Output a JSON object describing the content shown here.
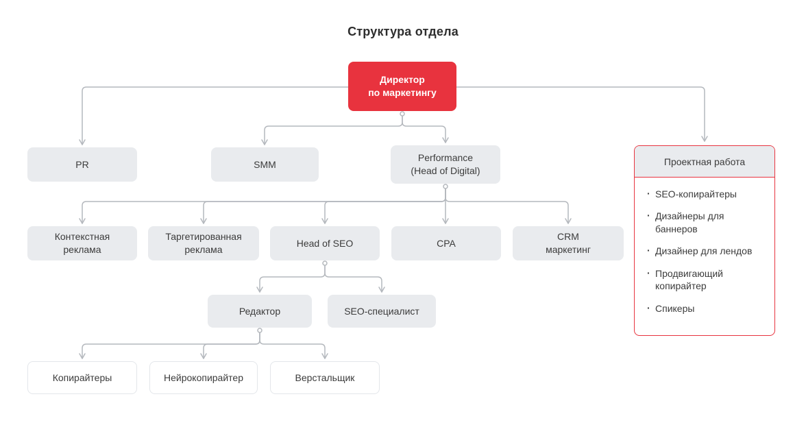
{
  "title": "Структура отдела",
  "org": {
    "director": "Директор\nпо маркетингу",
    "pr": "PR",
    "smm": "SMM",
    "performance": "Performance\n(Head of Digital)",
    "contextual_ads": "Контекстная\nреклама",
    "targeted_ads": "Таргетированная\nреклама",
    "head_of_seo": "Head of SEO",
    "cpa": "CPA",
    "crm_marketing": "CRM\nмаркетинг",
    "editor": "Редактор",
    "seo_specialist": "SEO-специалист",
    "copywriters": "Копирайтеры",
    "neurocopywriter": "Нейрокопирайтер",
    "layout_designer": "Верстальщик"
  },
  "project_panel": {
    "title": "Проектная работа",
    "items": [
      "SEO-копирайтеры",
      "Дизайнеры для баннеров",
      "Дизайнер для лендов",
      "Продвигающий копирайтер",
      "Спикеры"
    ]
  },
  "colors": {
    "accent_red": "#E8333E",
    "box_gray": "#E9EBEE",
    "line_gray": "#B4B8BD",
    "text_dark": "#3B3B3B"
  }
}
